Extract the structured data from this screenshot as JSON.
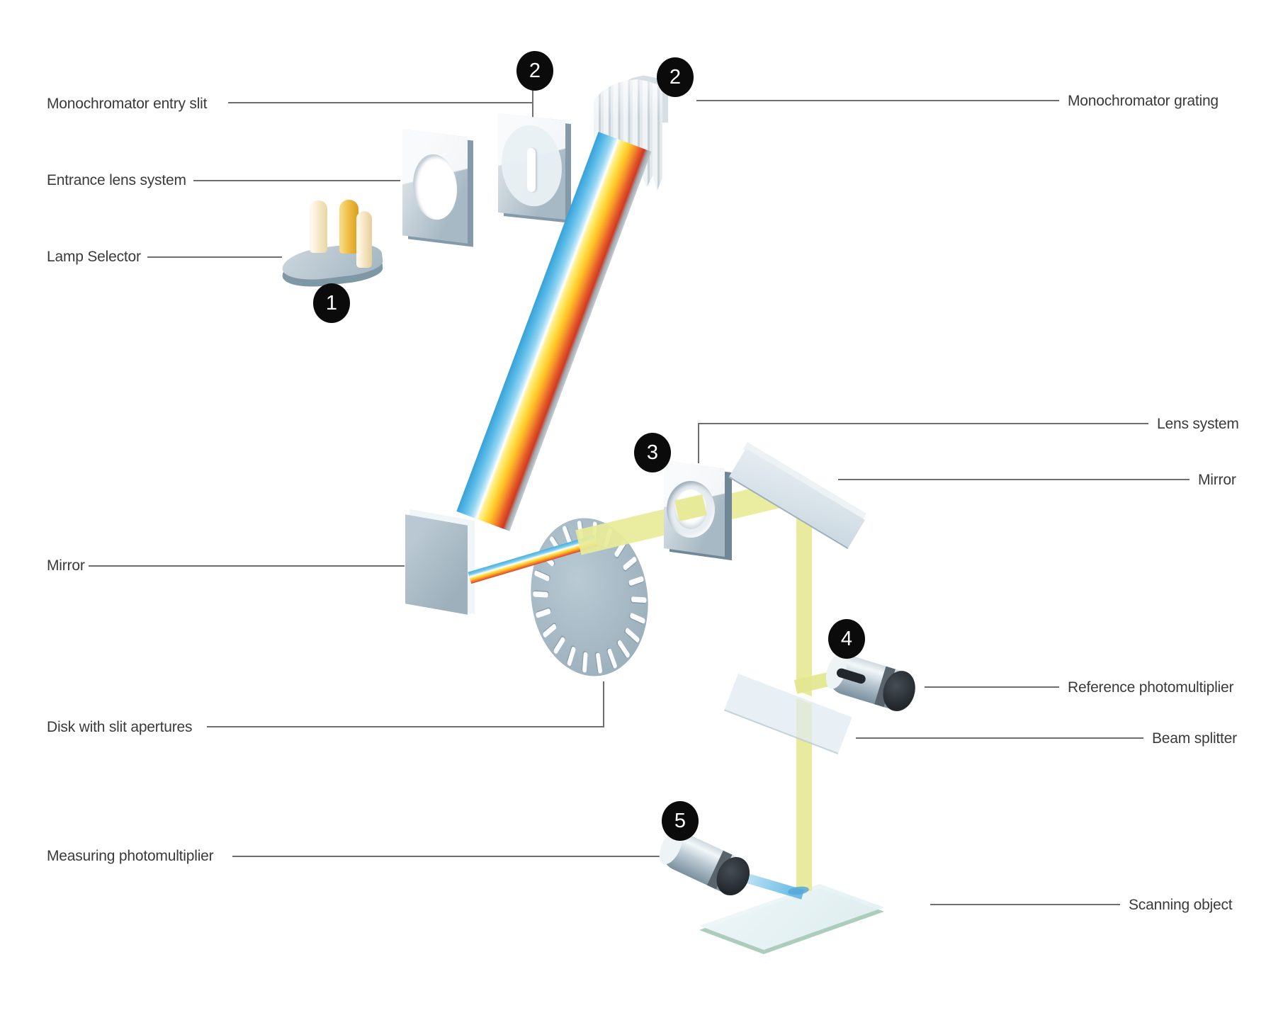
{
  "labels": {
    "left": [
      {
        "text": "Monochromator entry slit"
      },
      {
        "text": "Entrance lens system"
      },
      {
        "text": "Lamp Selector"
      },
      {
        "text": "Mirror"
      },
      {
        "text": "Disk with slit apertures"
      },
      {
        "text": "Measuring photomultiplier"
      }
    ],
    "right": [
      {
        "text": "Monochromator grating"
      },
      {
        "text": "Lens system"
      },
      {
        "text": "Mirror"
      },
      {
        "text": "Reference photomultiplier"
      },
      {
        "text": "Beam splitter"
      },
      {
        "text": "Scanning object"
      }
    ]
  },
  "badges": {
    "b1": "1",
    "b2a": "2",
    "b2b": "2",
    "b3": "3",
    "b4": "4",
    "b5": "5"
  },
  "colors": {
    "label_text": "#3a3a3a",
    "leader_line": "#6e6e6e",
    "badge_background": "#0b0b0b",
    "badge_text": "#ffffff",
    "steel_plate": "#a7b9c4",
    "beam_yellow": "#e6e994",
    "beam_blue": "#7cc4e8",
    "lamp_gold": "#eaba3e",
    "lamp_cream": "#f5e7c4",
    "glass_green_edge": "#accdbb",
    "rainbow": [
      "#36a2d9",
      "#5ebce8",
      "#ffffff",
      "#ffe14d",
      "#ffc125",
      "#f5922b",
      "#e65c28",
      "#ce3a23"
    ]
  },
  "disk": {
    "slit_count": 22
  }
}
